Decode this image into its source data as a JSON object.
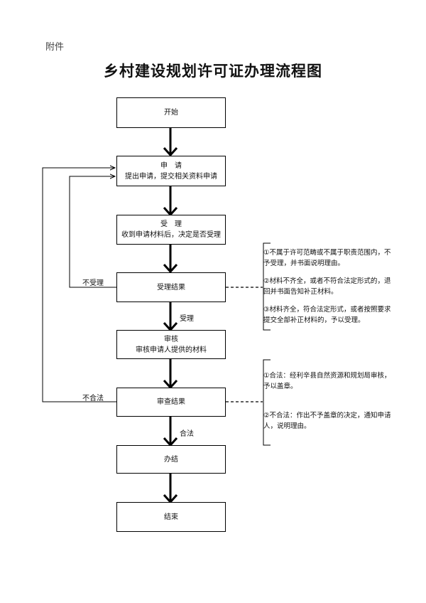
{
  "attachment_label": "附件",
  "title": "乡村建设规划许可证办理流程图",
  "steps": {
    "start": {
      "label": "开始"
    },
    "apply": {
      "label": "申　请",
      "detail": "提出申请，提交相关资料申请"
    },
    "accept": {
      "label": "受　理",
      "detail": "收到申请材料后，决定是否受理"
    },
    "accept_result": {
      "label": "受理结果"
    },
    "review": {
      "label": "审核",
      "detail": "审核申请人提供的材料"
    },
    "review_result": {
      "label": "审查结果"
    },
    "finish": {
      "label": "办结"
    },
    "end": {
      "label": "结束"
    }
  },
  "edges": {
    "not_accepted": "不受理",
    "accepted": "受理",
    "not_compliant": "不合法",
    "compliant": "合法"
  },
  "notes": {
    "accept_result": [
      "①不属于许可范畴或不属于职责范围内，不予受理，并书面说明理由。",
      "②材料不齐全，或者不符合法定形式的，退回并书面告知补正材料。",
      "③材料齐全，符合法定形式，或者按照要求提交全部补正材料的，予以受理。"
    ],
    "review_result": [
      "①合法：经利辛县自然资源和规划局审核，予以盖章。",
      "②不合法：作出不予盖章的决定，通知申请人，说明理由。"
    ]
  }
}
